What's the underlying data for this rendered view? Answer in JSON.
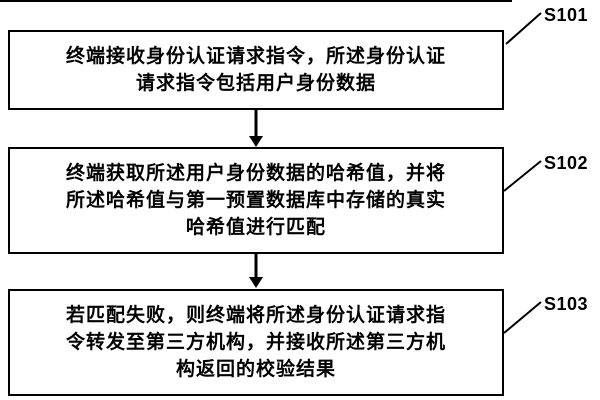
{
  "figure": {
    "type": "flowchart",
    "background": "#ffffff",
    "stroke_color": "#000000"
  },
  "boxes": [
    {
      "label": "S101",
      "lines": [
        "终端接收身份认证请求指令，所述身份认证",
        "请求指令包括用户身份数据"
      ]
    },
    {
      "label": "S102",
      "lines": [
        "终端获取所述用户身份数据的哈希值，并将",
        "所述哈希值与第一预置数据库中存储的真实",
        "哈希值进行匹配"
      ]
    },
    {
      "label": "S103",
      "lines": [
        "若匹配失败，则终端将所述身份认证请求指",
        "令转发至第三方机构，并接收所述第三方机",
        "构返回的校验结果"
      ]
    }
  ]
}
